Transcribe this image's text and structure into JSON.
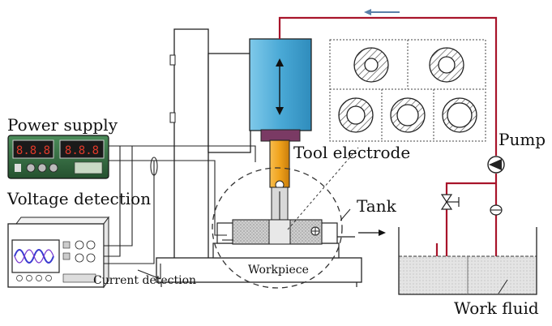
{
  "labels": {
    "power_supply": "Power supply",
    "voltage_detection": "Voltage detection",
    "current_detection": "Current detection",
    "tool_electrode": "Tool electrode",
    "tank": "Tank",
    "pump": "Pump",
    "workpiece": "Workpiece",
    "work_fluid": "Work fluid"
  },
  "colors": {
    "spindle_blue": "#5ab4de",
    "electrode_orange": "#f0a21c",
    "pipe_red": "#a8142a",
    "flow_arrow": "#5a7fa8",
    "power_supply_green": "#2f6b3c",
    "display_red": "#e23a2a"
  },
  "icons": [
    "flow-arrow-icon",
    "pump-icon",
    "valve-icon",
    "check-valve-icon",
    "up-down-arrow-icon"
  ]
}
